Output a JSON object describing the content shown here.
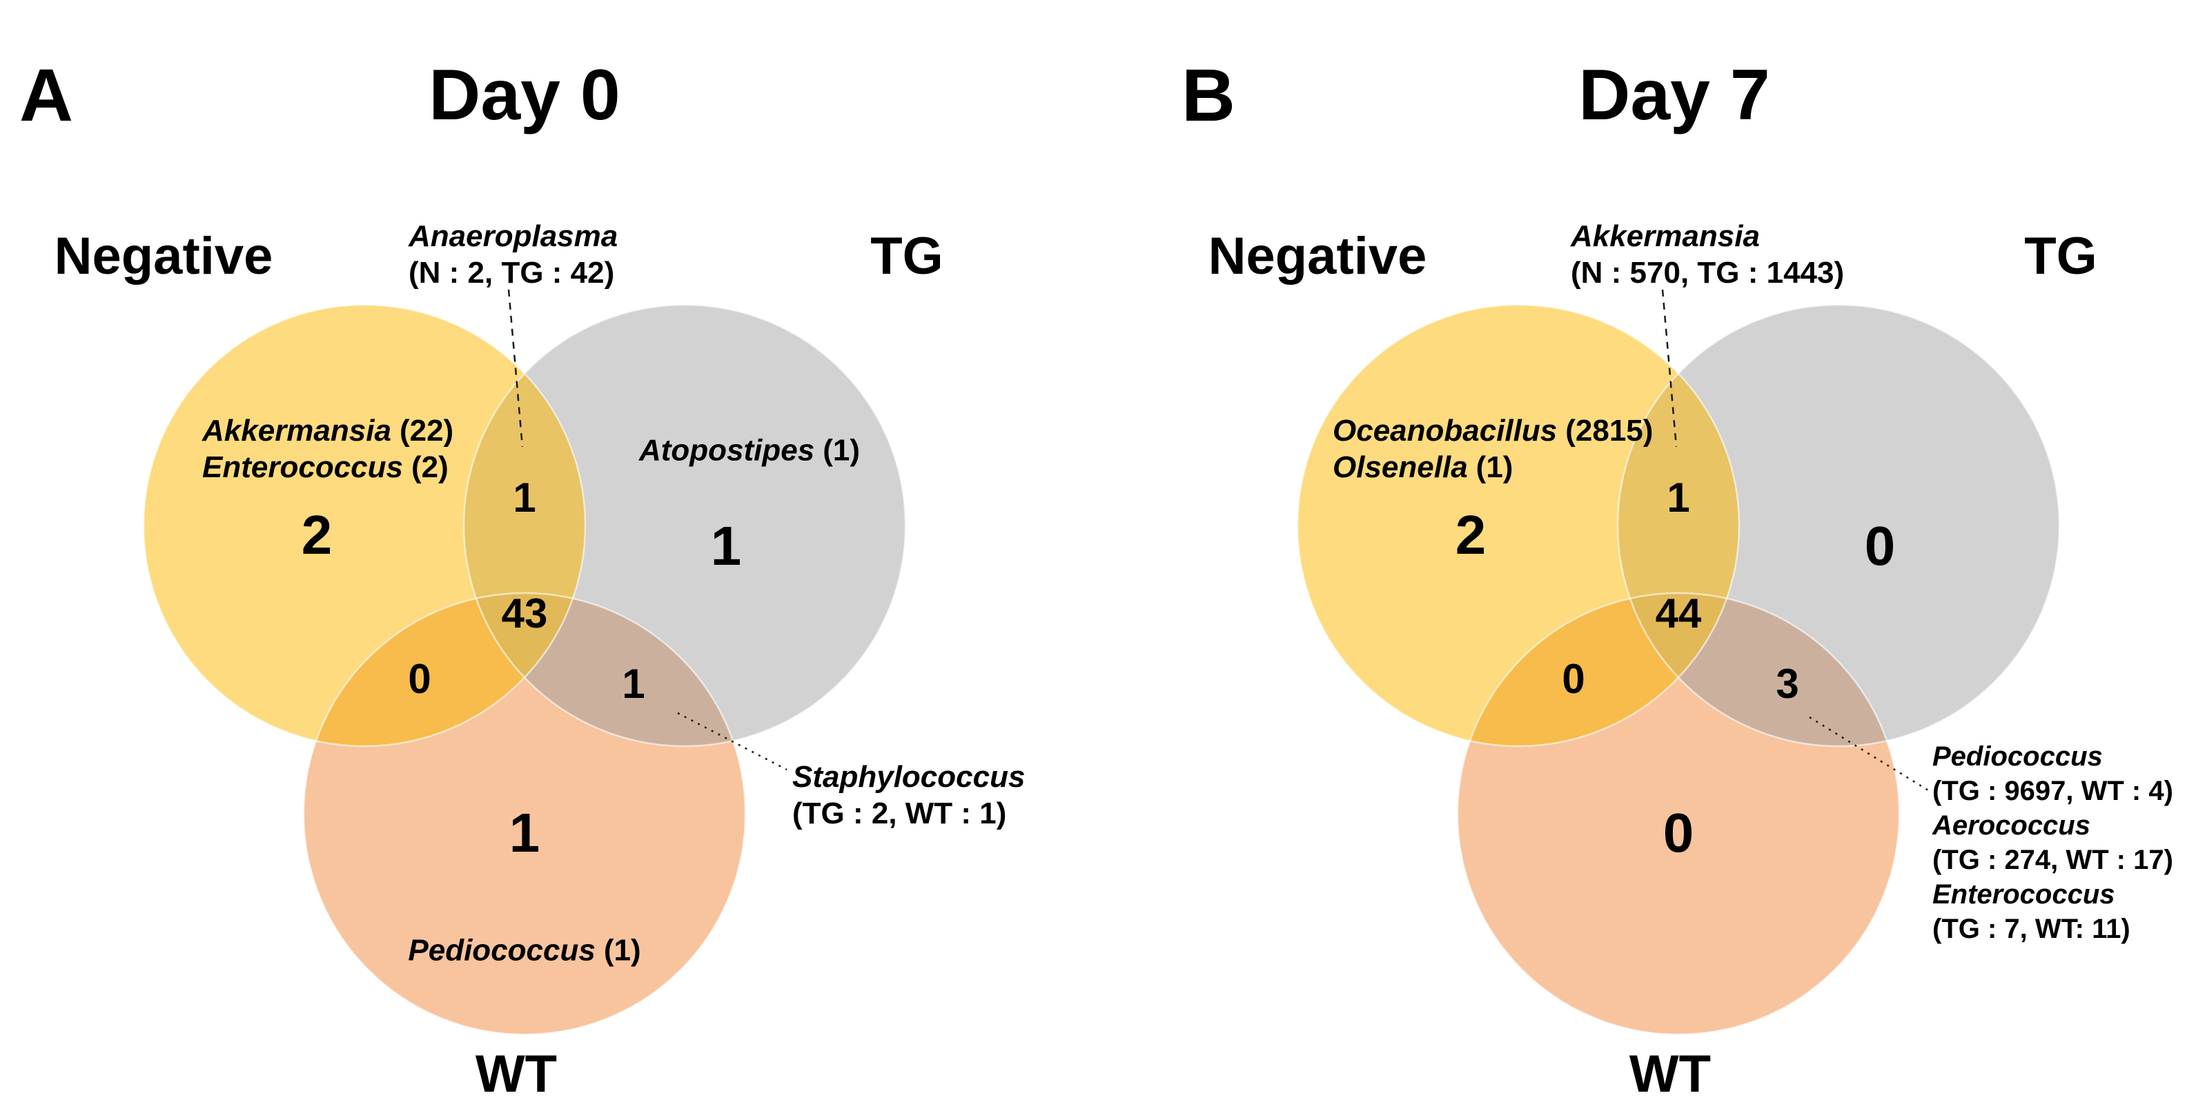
{
  "figure": {
    "colors": {
      "negative_fill": "#FDDB7E",
      "tg_fill": "#D2D2D2",
      "wt_fill": "#F7C49E",
      "negative_tg_overlap": "#E8C465",
      "negative_wt_overlap": "#F7BC4B",
      "tg_wt_overlap": "#CBB19D",
      "triple_overlap": "#E2B957",
      "circle_rim": "#FFFFFF",
      "leader_line": "#1A1A1A",
      "text": "#000000"
    },
    "panels": [
      {
        "letter": "A",
        "title": "Day 0",
        "set_labels": {
          "negative": "Negative",
          "tg": "TG",
          "wt": "WT"
        },
        "counts": {
          "negative_only": "2",
          "tg_only": "1",
          "wt_only": "1",
          "negative_tg": "1",
          "negative_wt": "0",
          "tg_wt": "1",
          "all_three": "43"
        },
        "negative_members": [
          {
            "name": "Akkermansia",
            "count": "(22)"
          },
          {
            "name": "Enterococcus",
            "count": "(2)"
          }
        ],
        "tg_members": [
          {
            "name": "Atopostipes",
            "count": "(1)"
          }
        ],
        "wt_members": [
          {
            "name": "Pediococcus",
            "count": "(1)"
          }
        ],
        "negative_tg_callout": {
          "name": "Anaeroplasma",
          "detail": "(N : 2, TG : 42)"
        },
        "tg_wt_callout": [
          {
            "name": "Staphylococcus",
            "detail": "(TG : 2, WT : 1)"
          }
        ]
      },
      {
        "letter": "B",
        "title": "Day 7",
        "set_labels": {
          "negative": "Negative",
          "tg": "TG",
          "wt": "WT"
        },
        "counts": {
          "negative_only": "2",
          "tg_only": "0",
          "wt_only": "0",
          "negative_tg": "1",
          "negative_wt": "0",
          "tg_wt": "3",
          "all_three": "44"
        },
        "negative_members": [
          {
            "name": "Oceanobacillus",
            "count": "(2815)"
          },
          {
            "name": "Olsenella",
            "count": "(1)"
          }
        ],
        "tg_members": [],
        "wt_members": [],
        "negative_tg_callout": {
          "name": "Akkermansia",
          "detail": "(N : 570, TG : 1443)"
        },
        "tg_wt_callout": [
          {
            "name": "Pediococcus",
            "detail": "(TG : 9697, WT : 4)"
          },
          {
            "name": "Aerococcus",
            "detail": "(TG : 274, WT : 17)"
          },
          {
            "name": "Enterococcus",
            "detail": "(TG : 7, WT: 11)"
          }
        ]
      }
    ]
  }
}
